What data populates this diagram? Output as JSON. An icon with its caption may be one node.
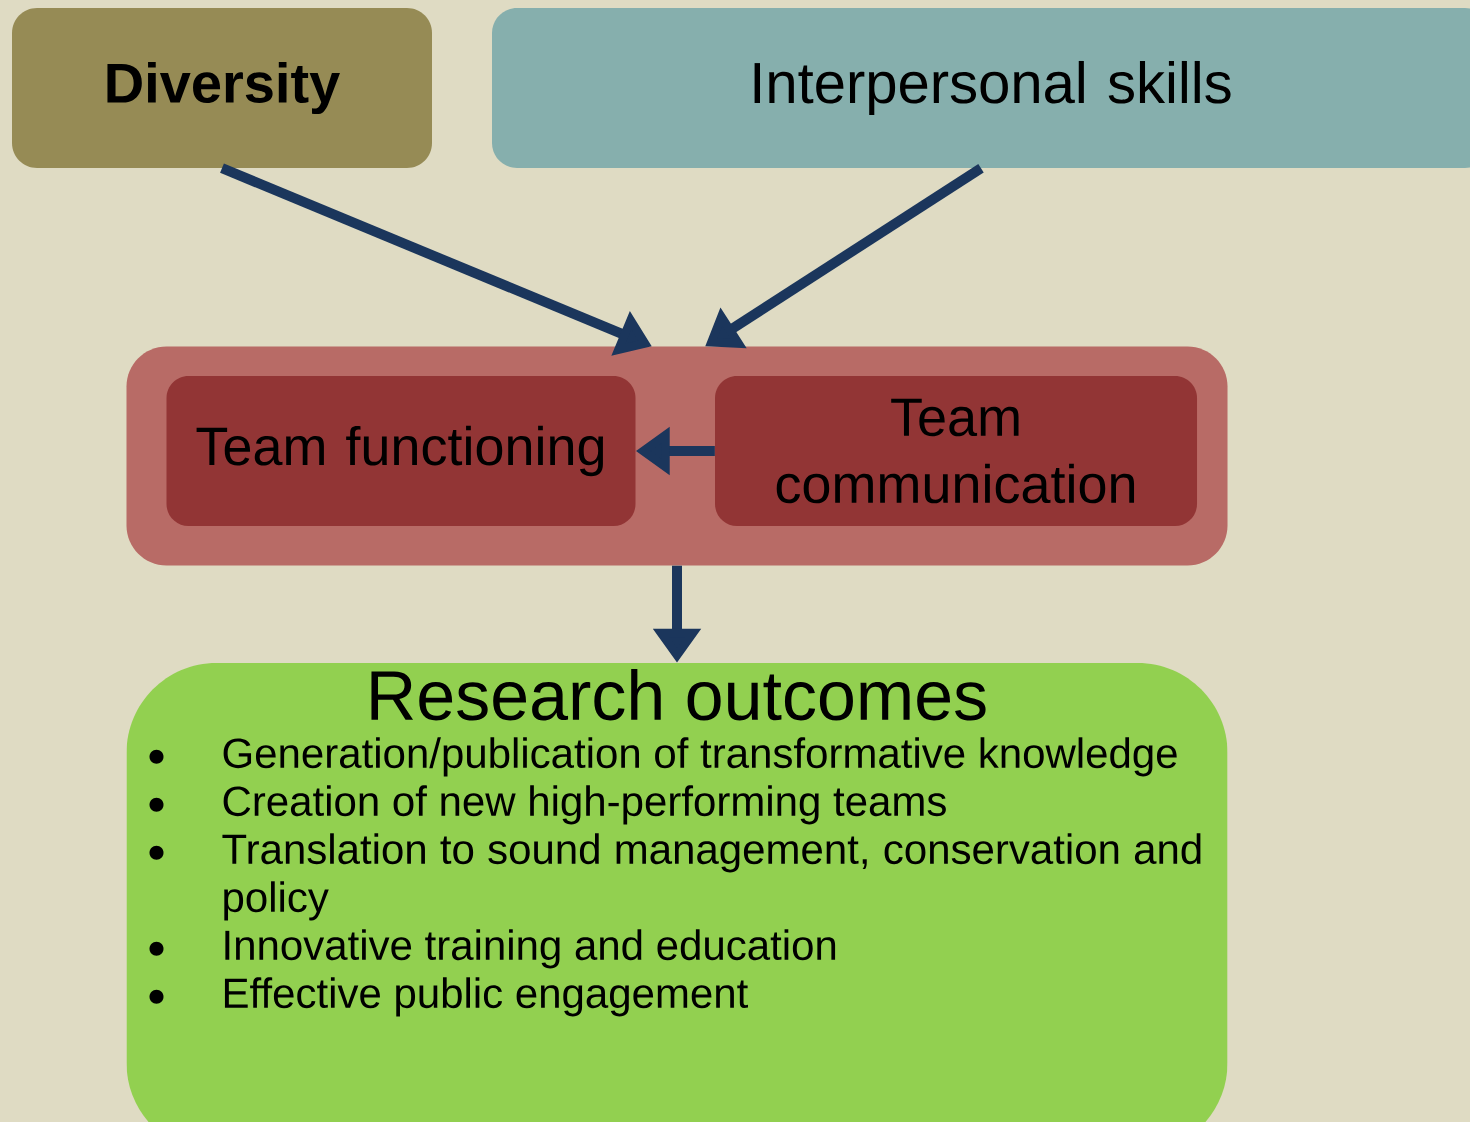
{
  "diagram": {
    "nodes": [
      {
        "text": [
          "Diversity"
        ]
      },
      {
        "text": [
          "Interpersonal skills"
        ]
      },
      {
        "text": [],
        "shape": "box"
      },
      {
        "text": [
          "Team functioning"
        ],
        "in": 2
      },
      {
        "text": [
          "Team communication"
        ],
        "in": 2
      },
      {
        "text": [
          "Research outcomes",
          "Generation/publication of transformative knowledge",
          "Creation of new high-performing teams",
          "Translation to sound management, conservation and policy",
          "Innovative training and education",
          "Effective public engagement"
        ]
      }
    ],
    "edges": [
      {
        "from": 0,
        "to": 2,
        "arrow": "to"
      },
      {
        "from": 1,
        "to": 2,
        "arrow": "to"
      },
      {
        "from": 4,
        "to": 3,
        "arrow": "to"
      },
      {
        "from": 2,
        "to": 5,
        "arrow": "to"
      }
    ]
  }
}
